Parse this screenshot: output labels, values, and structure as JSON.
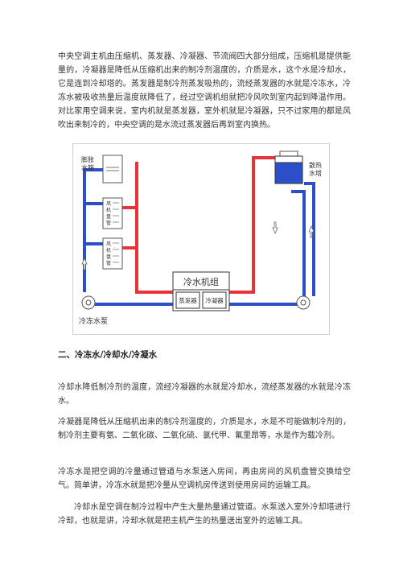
{
  "intro": "中央空调主机由压缩机、蒸发器、冷凝器、节流阀四大部分组成，压缩机是提供能量的，冷凝器是降低从压缩机出来的制冷剂温度的，介质是水，这个水是冷却水，它是连到冷却塔的。蒸发器是制冷剂蒸发吸热的，流经蒸发器的水就是冷冻水，冷冻水被吸收热量后温度就降低了，经过空调机组就把冷风吹到室内起到降温作用。对比家用空调来说，室内机就是蒸发器，室外机就是冷凝器，只不过家用的都是风吹出来制冷的，中央空调的是水流过蒸发器后再到室内换热。",
  "diagram": {
    "expansion_tank": [
      "膨胀",
      "水箱"
    ],
    "fan_coil_1": [
      "风",
      "机",
      "盘",
      "管"
    ],
    "fan_coil_2": [
      "风",
      "机",
      "盘",
      "管"
    ],
    "cooling_tower": [
      "散热",
      "水塔"
    ],
    "chiller": "冷水机组",
    "evaporator": "蒸发器",
    "condenser": "冷凝器",
    "pump": "冷冻水泵",
    "colors": {
      "hot": "#e8333a",
      "cold": "#2a4fc9"
    }
  },
  "section_heading": "二、冷冻水/冷却水/冷凝水",
  "p1": "冷却水降低制冷剂的温度，流经冷凝器的水就是冷却水，流经蒸发器的水就是冷冻水。",
  "p2": "冷凝器是降低从压缩机出来的制冷剂温度的，介质是水，水是不可能做制冷剂的，制冷剂主要有氨、二氧化碳、二氧化硫、氯代甲、氟里昂等，水是作为载冷剂。",
  "p3": "冷冻水是把空调的冷量通过管道与水泵送入房间，再由房间的风机盘管交换给空气。简单讲，冷冻水就是把冷量从空调机房传送到使用房间的运输工具。",
  "p4": "冷却水是空调在制冷过程中产生大量热量通过管道。水泵送入室外冷却塔进行冷却，也就是讲，冷却水就是把主机产生的热量送出室外的运输工具。"
}
